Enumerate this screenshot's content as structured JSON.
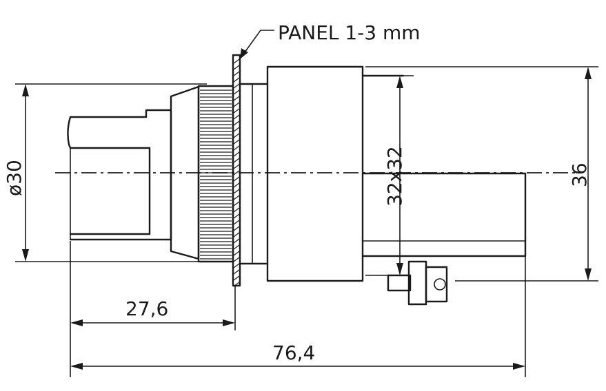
{
  "labels": {
    "panel": "PANEL 1-3 mm",
    "diameter": "ø30",
    "square": "32x32",
    "height": "36",
    "depth_front": "27,6",
    "depth_total": "76,4"
  }
}
